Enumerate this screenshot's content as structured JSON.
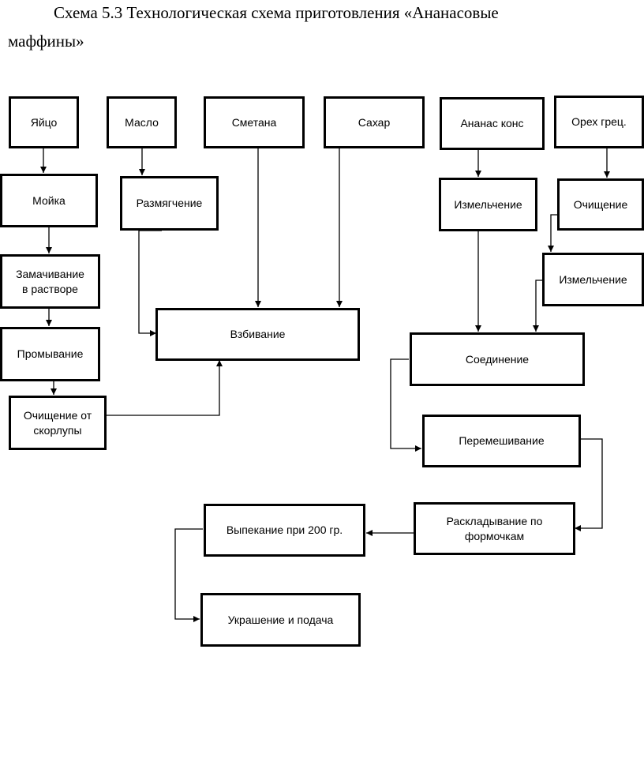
{
  "title_line1": "Схема 5.3 Технологическая схема приготовления «Ананасовые",
  "title_line2": "маффины»",
  "nodes": {
    "egg": "Яйцо",
    "butter": "Масло",
    "sour_cream": "Сметана",
    "sugar": "Сахар",
    "pineapple": "Ананас конс",
    "walnut": "Орех грец.",
    "washing": "Мойка",
    "softening": "Размягчение",
    "pineapple_chopping": "Измельчение",
    "walnut_cleaning": "Очищение",
    "soaking": "Замачивание\nв растворе",
    "walnut_chopping": "Измельчение",
    "whipping": "Взбивание",
    "rinsing": "Промывание",
    "combining": "Соединение",
    "shell_removal": "Очищение от\nскорлупы",
    "mixing": "Перемешивание",
    "portioning": "Раскладывание по\nформочкам",
    "baking": "Выпекание  при 200 гр.",
    "decorating": "Украшение и подача"
  }
}
